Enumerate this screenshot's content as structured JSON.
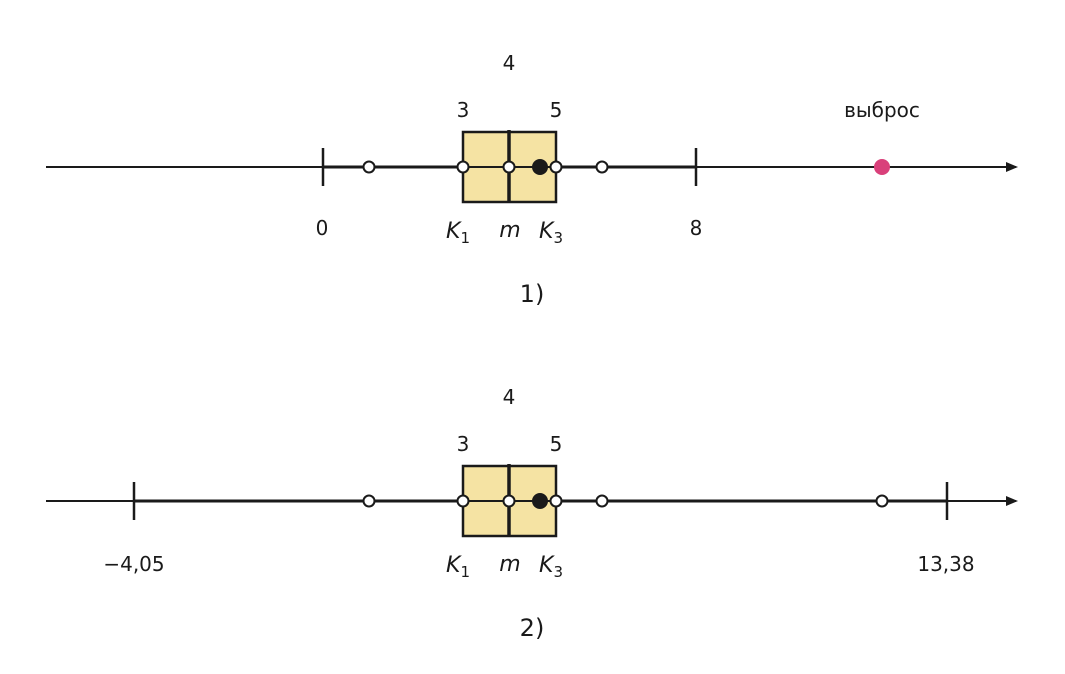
{
  "panels": [
    {
      "caption": "1)",
      "median_label": "4",
      "q1_value_label": "3",
      "q3_value_label": "5",
      "left_whisker_label": "0",
      "right_whisker_label": "8",
      "outlier_label": "выброс",
      "q1_letter": "K",
      "q1_sub": "1",
      "median_letter": "m",
      "q3_letter": "K",
      "q3_sub": "3"
    },
    {
      "caption": "2)",
      "median_label": "4",
      "q1_value_label": "3",
      "q3_value_label": "5",
      "left_whisker_label": "−4,05",
      "right_whisker_label": "13,38",
      "q1_letter": "K",
      "q1_sub": "1",
      "median_letter": "m",
      "q3_letter": "K",
      "q3_sub": "3"
    }
  ],
  "colors": {
    "box_fill": "#f5e3a3",
    "line": "#1a1a1a",
    "outlier": "#d9407a",
    "mean_dot": "#1a1a1a",
    "open_point_fill": "#ffffff"
  }
}
